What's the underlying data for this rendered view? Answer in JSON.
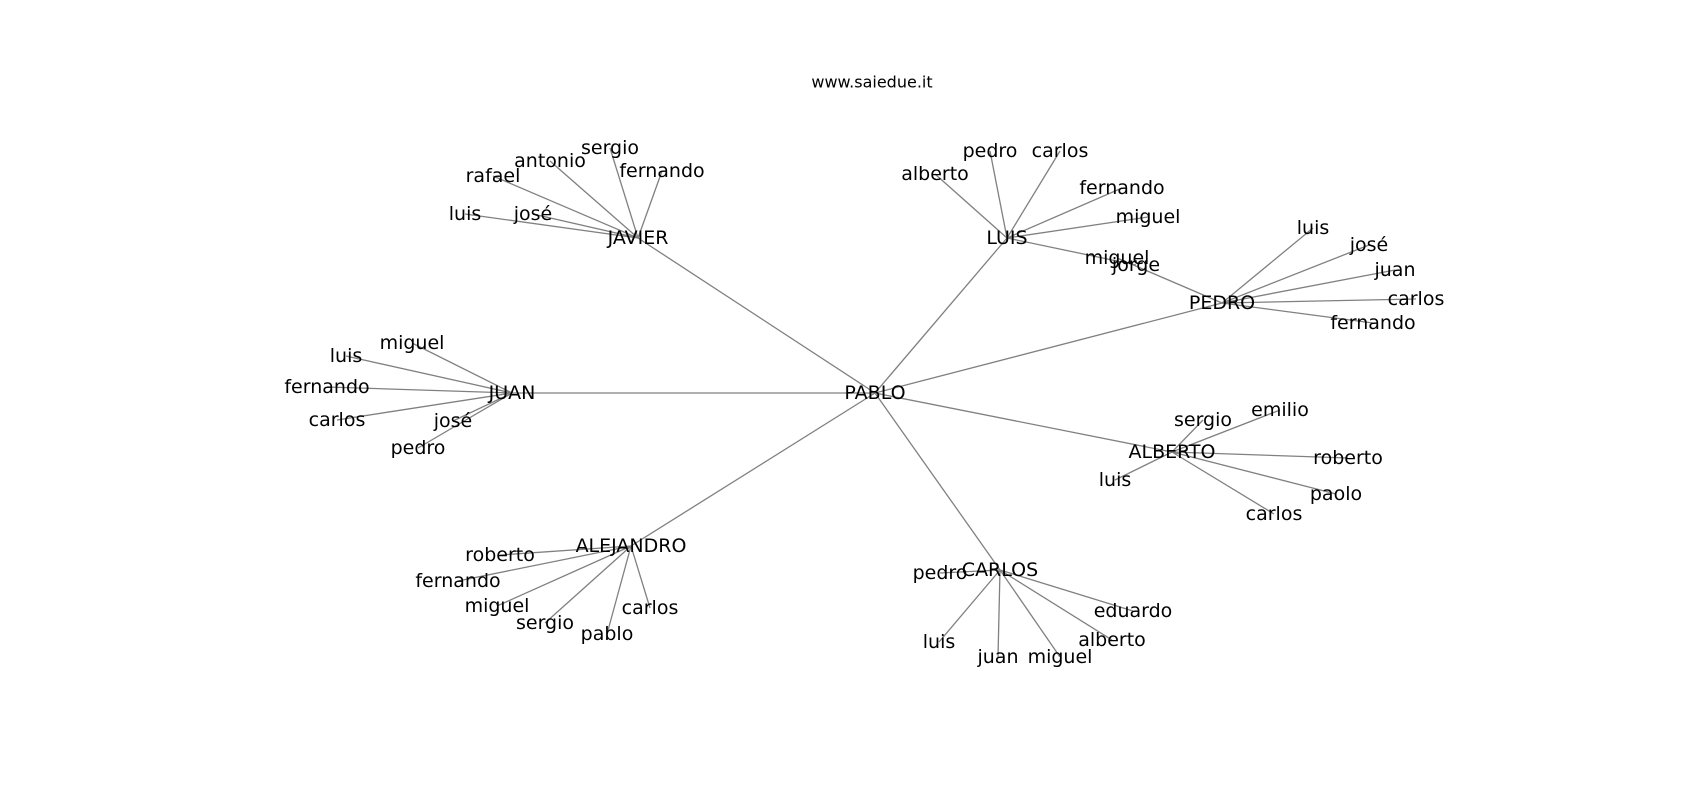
{
  "site_caption": "www.saiedue.it",
  "center": "PABLO",
  "hubs": [
    {
      "name": "JAVIER",
      "children": [
        "luis",
        "josé",
        "rafael",
        "antonio",
        "sergio",
        "fernando"
      ]
    },
    {
      "name": "LUIS",
      "children": [
        "alberto",
        "pedro",
        "carlos",
        "fernando",
        "miguel",
        "jorge"
      ]
    },
    {
      "name": "PEDRO",
      "children": [
        "luis",
        "josé",
        "juan",
        "carlos",
        "fernando",
        "miguel"
      ]
    },
    {
      "name": "JUAN",
      "children": [
        "miguel",
        "luis",
        "fernando",
        "carlos",
        "josé",
        "pedro"
      ]
    },
    {
      "name": "ALBERTO",
      "children": [
        "sergio",
        "emilio",
        "roberto",
        "paolo",
        "carlos",
        "luis"
      ]
    },
    {
      "name": "ALEJANDRO",
      "children": [
        "roberto",
        "fernando",
        "miguel",
        "sergio",
        "pablo",
        "carlos"
      ]
    },
    {
      "name": "CARLOS",
      "children": [
        "pedro",
        "luis",
        "juan",
        "miguel",
        "alberto",
        "eduardo"
      ]
    }
  ]
}
